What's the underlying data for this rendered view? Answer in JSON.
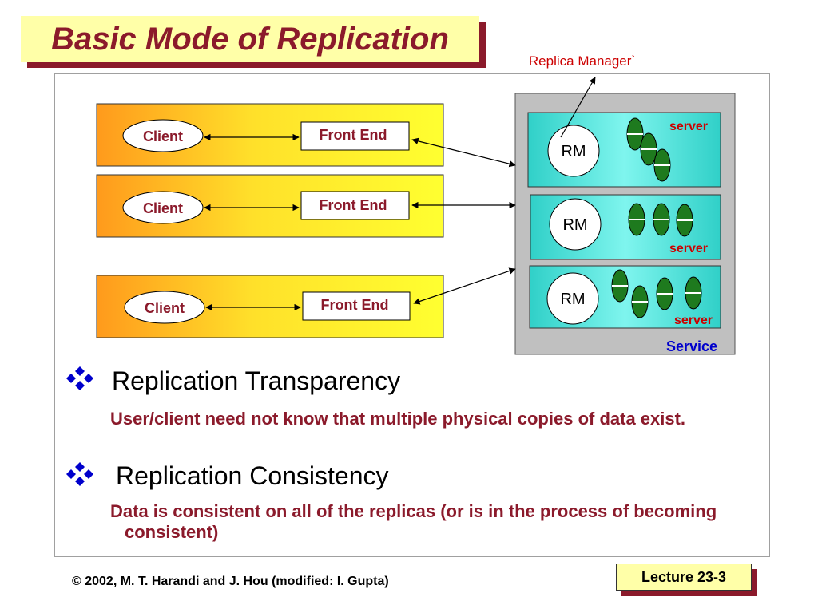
{
  "title": "Basic Mode of Replication",
  "diagram": {
    "replica_manager_label": "Replica Manager`",
    "clients": [
      {
        "client": "Client",
        "front_end": "Front End"
      },
      {
        "client": "Client",
        "front_end": "Front End"
      },
      {
        "client": "Client",
        "front_end": "Front End"
      }
    ],
    "replicas": [
      {
        "rm": "RM",
        "server": "server"
      },
      {
        "rm": "RM",
        "server": "server"
      },
      {
        "rm": "RM",
        "server": "server"
      }
    ],
    "service_label": "Service"
  },
  "points": [
    {
      "heading": "Replication Transparency",
      "detail": "User/client need not know that multiple physical copies of data exist."
    },
    {
      "heading": "Replication Consistency",
      "detail": "Data is consistent on all of the replicas (or is in the process of becoming consistent)"
    }
  ],
  "footer": "© 2002, M. T. Harandi and J. Hou (modified: I. Gupta)",
  "lecture": "Lecture 23-3",
  "colors": {
    "title_text": "#8b1a2b",
    "title_bg": "#ffffa8",
    "replica_box": "#40e0d0",
    "service_box": "#c0c0c0",
    "server_pill": "#1e7a1e",
    "server_label": "#cc0000",
    "service_label": "#0000cc"
  }
}
